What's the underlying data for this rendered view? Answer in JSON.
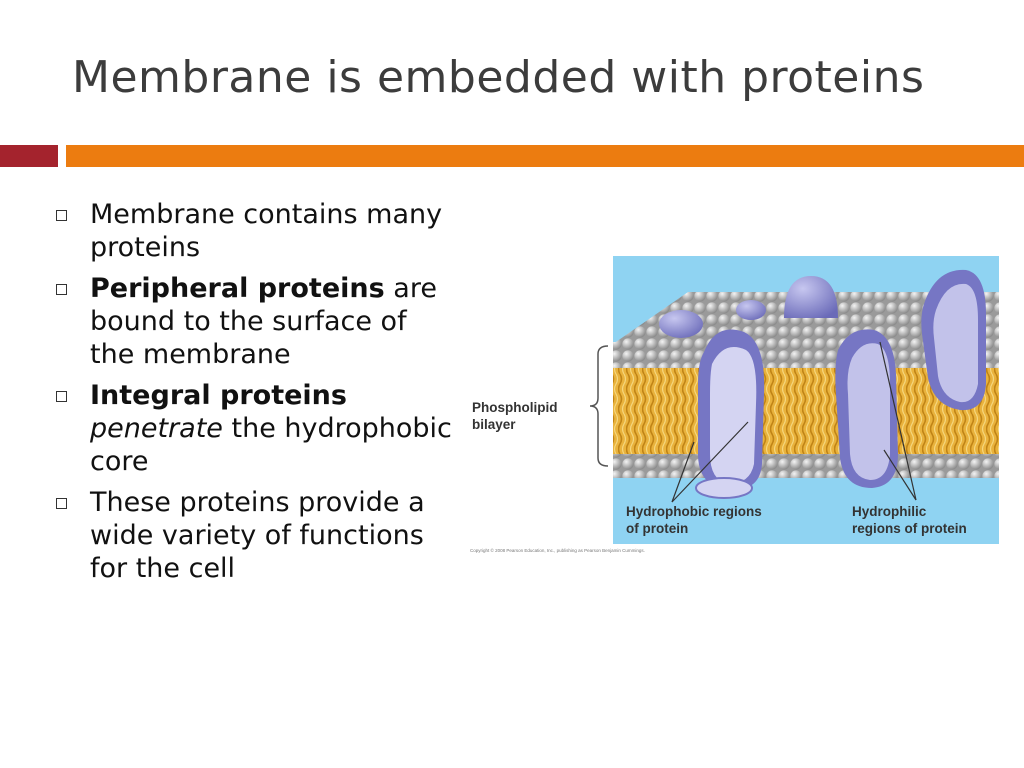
{
  "slide": {
    "title": "Membrane is embedded with proteins",
    "accent_colors": {
      "red": "#a4232d",
      "orange": "#ec7c10"
    }
  },
  "bullets": [
    {
      "plain": "Membrane contains many proteins"
    },
    {
      "bold": "Peripheral proteins",
      "rest": " are bound to the surface of the membrane"
    },
    {
      "bold": "Integral proteins",
      "italic": "penetrate",
      "rest": " the hydrophobic core"
    },
    {
      "plain": "These proteins provide a wide variety of functions for the cell"
    }
  ],
  "figure": {
    "label_bilayer_line1": "Phospholipid",
    "label_bilayer_line2": "bilayer",
    "label_hydrophobic_line1": "Hydrophobic regions",
    "label_hydrophobic_line2": "of protein",
    "label_hydrophilic_line1": "Hydrophilic",
    "label_hydrophilic_line2": "regions of protein",
    "copyright": "Copyright © 2008 Pearson Education, Inc., publishing as Pearson Benjamin Cummings.",
    "background_color": "#8fd3f2",
    "protein_color": "#8f8fd6"
  }
}
